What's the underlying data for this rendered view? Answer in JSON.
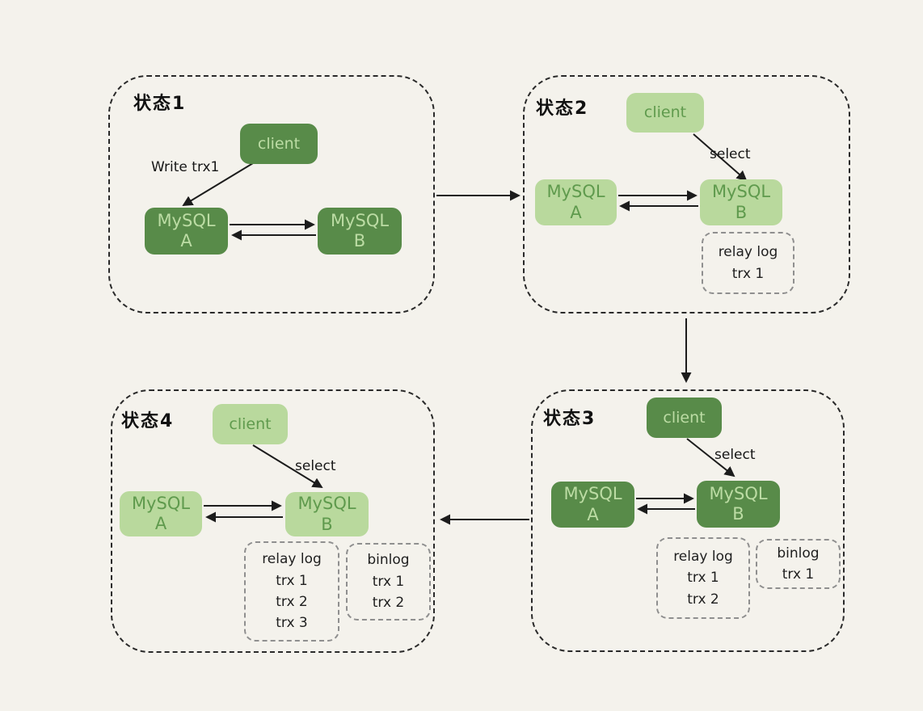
{
  "colors": {
    "background": "#f4f2ec",
    "box_dark_fill": "#588b49",
    "box_dark_text": "#bcdca4",
    "box_light_fill": "#b9d99d",
    "box_light_text": "#5f9a4d",
    "panel_border": "#2a2a2a",
    "log_border": "#8f8f8f",
    "arrow": "#1c1c1c"
  },
  "panels": [
    {
      "label": "状态1",
      "client": "client",
      "node_a": {
        "line1": "MySQL",
        "line2": "A"
      },
      "node_b": {
        "line1": "MySQL",
        "line2": "B"
      },
      "edge_label": "Write trx1"
    },
    {
      "label": "状态2",
      "client": "client",
      "node_a": {
        "line1": "MySQL",
        "line2": "A"
      },
      "node_b": {
        "line1": "MySQL",
        "line2": "B"
      },
      "edge_label": "select",
      "relay_log": {
        "title": "relay log",
        "entries": [
          "trx 1"
        ]
      }
    },
    {
      "label": "状态3",
      "client": "client",
      "node_a": {
        "line1": "MySQL",
        "line2": "A"
      },
      "node_b": {
        "line1": "MySQL",
        "line2": "B"
      },
      "edge_label": "select",
      "relay_log": {
        "title": "relay log",
        "entries": [
          "trx 1",
          "trx 2"
        ]
      },
      "binlog": {
        "title": "binlog",
        "entries": [
          "trx 1"
        ]
      }
    },
    {
      "label": "状态4",
      "client": "client",
      "node_a": {
        "line1": "MySQL",
        "line2": "A"
      },
      "node_b": {
        "line1": "MySQL",
        "line2": "B"
      },
      "edge_label": "select",
      "relay_log": {
        "title": "relay log",
        "entries": [
          "trx 1",
          "trx 2",
          "trx 3"
        ]
      },
      "binlog": {
        "title": "binlog",
        "entries": [
          "trx 1",
          "trx 2"
        ]
      }
    }
  ]
}
